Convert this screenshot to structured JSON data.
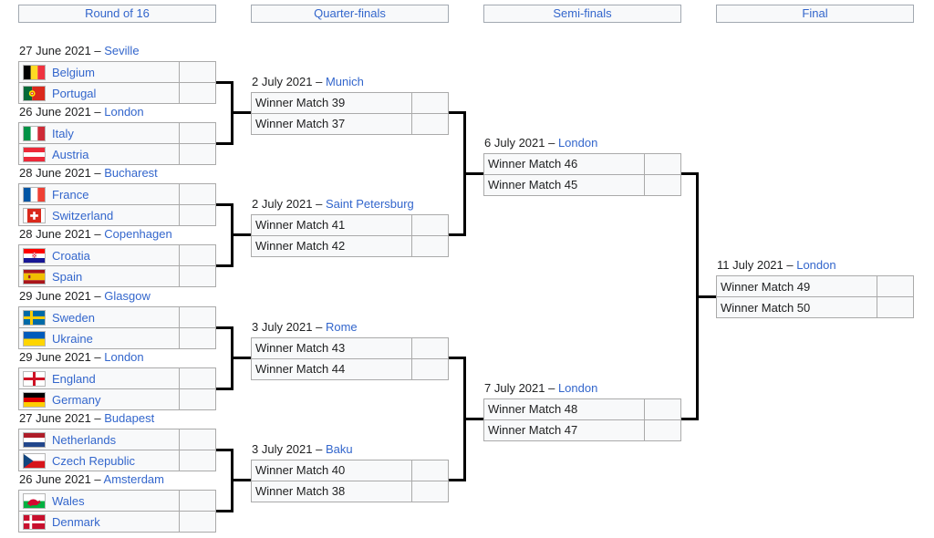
{
  "title": "UEFA Euro 2020 knockout stage bracket",
  "date_separator": "–",
  "colors": {
    "link_blue": "#3366cc",
    "text": "#202122",
    "table_background": "#f8f9fa",
    "table_border": "#aaaaaa",
    "header_border": "#a2a9b1",
    "connector": "#000000"
  },
  "columns": [
    {
      "label": "Round of 16"
    },
    {
      "label": "Quarter-finals"
    },
    {
      "label": "Semi-finals"
    },
    {
      "label": "Final"
    }
  ],
  "rounds": {
    "round_of_16": [
      {
        "date": "27 June 2021",
        "city": "Seville",
        "teams": [
          {
            "name": "Belgium",
            "flag": "belgium",
            "score": ""
          },
          {
            "name": "Portugal",
            "flag": "portugal",
            "score": ""
          }
        ]
      },
      {
        "date": "26 June 2021",
        "city": "London",
        "teams": [
          {
            "name": "Italy",
            "flag": "italy",
            "score": ""
          },
          {
            "name": "Austria",
            "flag": "austria",
            "score": ""
          }
        ]
      },
      {
        "date": "28 June 2021",
        "city": "Bucharest",
        "teams": [
          {
            "name": "France",
            "flag": "france",
            "score": ""
          },
          {
            "name": "Switzerland",
            "flag": "switzerland",
            "score": ""
          }
        ]
      },
      {
        "date": "28 June 2021",
        "city": "Copenhagen",
        "teams": [
          {
            "name": "Croatia",
            "flag": "croatia",
            "score": ""
          },
          {
            "name": "Spain",
            "flag": "spain",
            "score": ""
          }
        ]
      },
      {
        "date": "29 June 2021",
        "city": "Glasgow",
        "teams": [
          {
            "name": "Sweden",
            "flag": "sweden",
            "score": ""
          },
          {
            "name": "Ukraine",
            "flag": "ukraine",
            "score": ""
          }
        ]
      },
      {
        "date": "29 June 2021",
        "city": "London",
        "teams": [
          {
            "name": "England",
            "flag": "england",
            "score": ""
          },
          {
            "name": "Germany",
            "flag": "germany",
            "score": ""
          }
        ]
      },
      {
        "date": "27 June 2021",
        "city": "Budapest",
        "teams": [
          {
            "name": "Netherlands",
            "flag": "netherlands",
            "score": ""
          },
          {
            "name": "Czech Republic",
            "flag": "czech-republic",
            "score": ""
          }
        ]
      },
      {
        "date": "26 June 2021",
        "city": "Amsterdam",
        "teams": [
          {
            "name": "Wales",
            "flag": "wales",
            "score": ""
          },
          {
            "name": "Denmark",
            "flag": "denmark",
            "score": ""
          }
        ]
      }
    ],
    "quarter_finals": [
      {
        "date": "2 July 2021",
        "city": "Munich",
        "teams": [
          {
            "name": "Winner Match 39",
            "score": ""
          },
          {
            "name": "Winner Match 37",
            "score": ""
          }
        ]
      },
      {
        "date": "2 July 2021",
        "city": "Saint Petersburg",
        "teams": [
          {
            "name": "Winner Match 41",
            "score": ""
          },
          {
            "name": "Winner Match 42",
            "score": ""
          }
        ]
      },
      {
        "date": "3 July 2021",
        "city": "Rome",
        "teams": [
          {
            "name": "Winner Match 43",
            "score": ""
          },
          {
            "name": "Winner Match 44",
            "score": ""
          }
        ]
      },
      {
        "date": "3 July 2021",
        "city": "Baku",
        "teams": [
          {
            "name": "Winner Match 40",
            "score": ""
          },
          {
            "name": "Winner Match 38",
            "score": ""
          }
        ]
      }
    ],
    "semi_finals": [
      {
        "date": "6 July 2021",
        "city": "London",
        "teams": [
          {
            "name": "Winner Match 46",
            "score": ""
          },
          {
            "name": "Winner Match 45",
            "score": ""
          }
        ]
      },
      {
        "date": "7 July 2021",
        "city": "London",
        "teams": [
          {
            "name": "Winner Match 48",
            "score": ""
          },
          {
            "name": "Winner Match 47",
            "score": ""
          }
        ]
      }
    ],
    "final": [
      {
        "date": "11 July 2021",
        "city": "London",
        "teams": [
          {
            "name": "Winner Match 49",
            "score": ""
          },
          {
            "name": "Winner Match 50",
            "score": ""
          }
        ]
      }
    ]
  }
}
